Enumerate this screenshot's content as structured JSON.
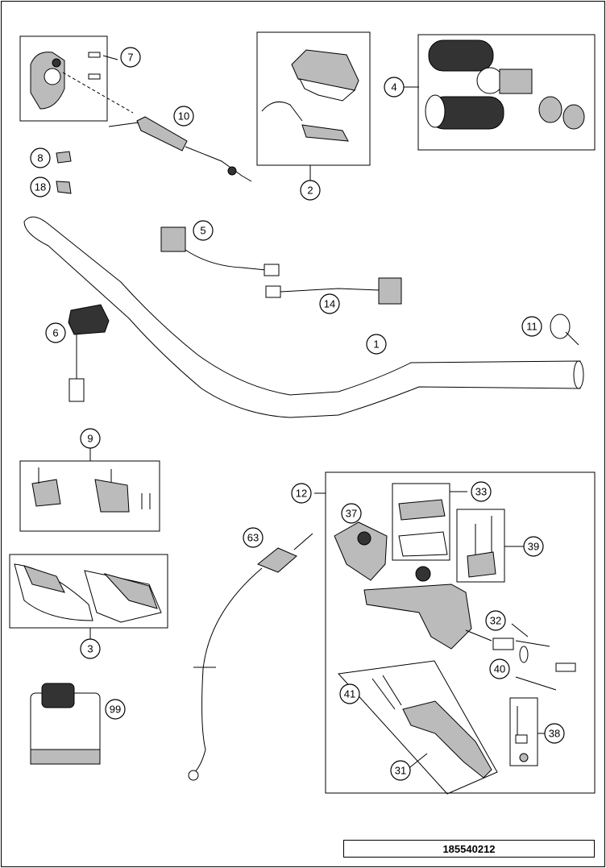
{
  "diagram": {
    "document_number": "185540212",
    "callouts": [
      {
        "id": "c7",
        "label": "7"
      },
      {
        "id": "c10",
        "label": "10"
      },
      {
        "id": "c8",
        "label": "8"
      },
      {
        "id": "c18",
        "label": "18"
      },
      {
        "id": "c2",
        "label": "2"
      },
      {
        "id": "c4",
        "label": "4"
      },
      {
        "id": "c5",
        "label": "5"
      },
      {
        "id": "c14",
        "label": "14"
      },
      {
        "id": "c6",
        "label": "6"
      },
      {
        "id": "c11",
        "label": "11"
      },
      {
        "id": "c1",
        "label": "1"
      },
      {
        "id": "c9",
        "label": "9"
      },
      {
        "id": "c12",
        "label": "12"
      },
      {
        "id": "c33",
        "label": "33"
      },
      {
        "id": "c37",
        "label": "37"
      },
      {
        "id": "c39",
        "label": "39"
      },
      {
        "id": "c63",
        "label": "63"
      },
      {
        "id": "c3",
        "label": "3"
      },
      {
        "id": "c32",
        "label": "32"
      },
      {
        "id": "c40",
        "label": "40"
      },
      {
        "id": "c41",
        "label": "41"
      },
      {
        "id": "c38",
        "label": "38"
      },
      {
        "id": "c99",
        "label": "99"
      },
      {
        "id": "c31",
        "label": "31"
      }
    ]
  }
}
